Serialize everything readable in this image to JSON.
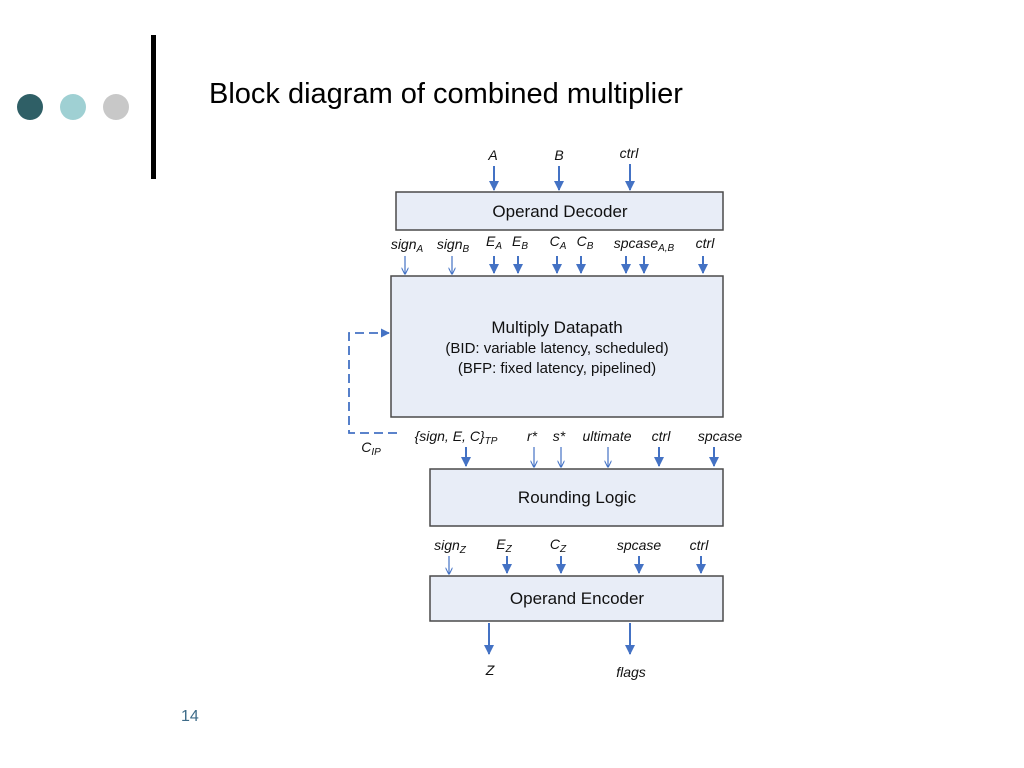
{
  "slide": {
    "title": "Block diagram of combined multiplier",
    "number": "14",
    "dot_colors": [
      "#2f5f66",
      "#9fd0d3",
      "#c8c8c8"
    ]
  },
  "diagram": {
    "inputs": {
      "a": "A",
      "b": "B",
      "ctrl": "ctrl"
    },
    "operand_decoder": {
      "label": "Operand Decoder"
    },
    "decoder_outputs": {
      "signA": "sign",
      "signA_sub": "A",
      "signB": "sign",
      "signB_sub": "B",
      "EA": "E",
      "EA_sub": "A",
      "EB": "E",
      "EB_sub": "B",
      "CA": "C",
      "CA_sub": "A",
      "CB": "C",
      "CB_sub": "B",
      "spcase": "spcase",
      "spcase_sub": "A,B",
      "ctrl": "ctrl"
    },
    "multiply_datapath": {
      "label": "Multiply Datapath",
      "line1": "(BID: variable latency, scheduled)",
      "line2": "(BFP: fixed latency, pipelined)"
    },
    "feedback": {
      "label": "C",
      "label_sub": "IP"
    },
    "datapath_outputs": {
      "tp": "{sign, E, C}",
      "tp_sub": "TP",
      "r": "r*",
      "s": "s*",
      "ultimate": "ultimate",
      "ctrl": "ctrl",
      "spcase": "spcase"
    },
    "rounding_logic": {
      "label": "Rounding Logic"
    },
    "rounding_outputs": {
      "signZ": "sign",
      "signZ_sub": "Z",
      "EZ": "E",
      "EZ_sub": "Z",
      "CZ": "C",
      "CZ_sub": "Z",
      "spcase": "spcase",
      "ctrl": "ctrl"
    },
    "operand_encoder": {
      "label": "Operand Encoder"
    },
    "final_outputs": {
      "z": "Z",
      "flags": "flags"
    }
  }
}
